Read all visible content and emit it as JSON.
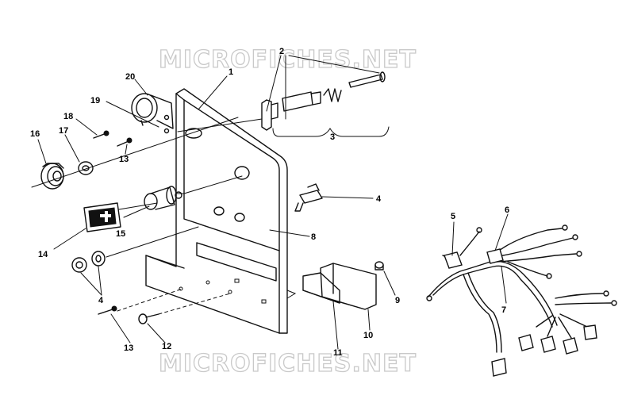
{
  "watermarks": [
    "MICROFICHES.NET",
    "MICROFICHES.NET"
  ],
  "callouts": [
    {
      "id": "c1",
      "text": "1"
    },
    {
      "id": "c2",
      "text": "2"
    },
    {
      "id": "c3",
      "text": "3"
    },
    {
      "id": "c4a",
      "text": "4"
    },
    {
      "id": "c4b",
      "text": "4"
    },
    {
      "id": "c5",
      "text": "5"
    },
    {
      "id": "c6",
      "text": "6"
    },
    {
      "id": "c7",
      "text": "7"
    },
    {
      "id": "c8",
      "text": "8"
    },
    {
      "id": "c9",
      "text": "9"
    },
    {
      "id": "c10",
      "text": "10"
    },
    {
      "id": "c11",
      "text": "11"
    },
    {
      "id": "c12",
      "text": "12"
    },
    {
      "id": "c13a",
      "text": "13"
    },
    {
      "id": "c13b",
      "text": "13"
    },
    {
      "id": "c14",
      "text": "14"
    },
    {
      "id": "c15",
      "text": "15"
    },
    {
      "id": "c16",
      "text": "16"
    },
    {
      "id": "c17",
      "text": "17"
    },
    {
      "id": "c18",
      "text": "18"
    },
    {
      "id": "c19",
      "text": "19"
    },
    {
      "id": "c20",
      "text": "20"
    }
  ]
}
